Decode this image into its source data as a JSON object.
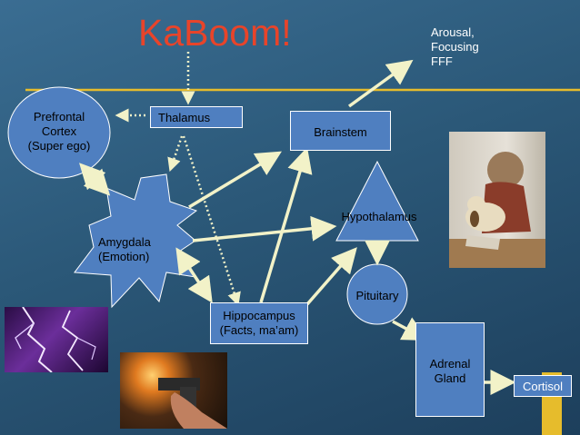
{
  "title": "KaBoom!",
  "labels": {
    "arousal": [
      "Arousal,",
      "Focusing",
      "FFF"
    ],
    "prefrontal": [
      "Prefrontal",
      "Cortex",
      "(Super ego)"
    ],
    "thalamus": "Thalamus",
    "brainstem": "Brainstem",
    "hypothalamus": "Hypothalamus",
    "amygdala": [
      "Amygdala",
      "(Emotion)"
    ],
    "pituitary": "Pituitary",
    "hippocampus": [
      "Hippocampus",
      "(Facts, ma’am)"
    ],
    "adrenal": [
      "Adrenal",
      "Gland"
    ],
    "cortisol": "Cortisol"
  },
  "colors": {
    "title": "#e8442a",
    "node_fill": "#4f7fc0",
    "rule": "#e6bc2c",
    "arrow": "#f2f2c8"
  }
}
